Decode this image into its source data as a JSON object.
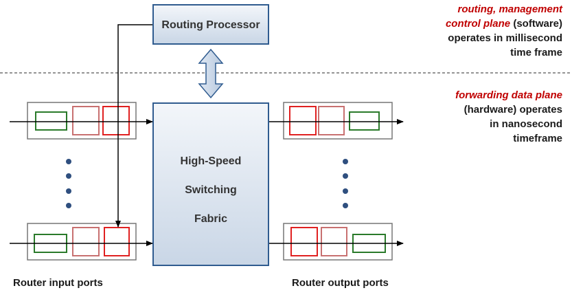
{
  "routing_processor": {
    "label": "Routing Processor"
  },
  "switching_fabric": {
    "lines": [
      "High-Speed",
      "Switching",
      "Fabric"
    ]
  },
  "control_plane": {
    "line1": "routing, management",
    "line2_red": "control plane",
    "line2_rest": " (software)",
    "line3": "operates in millisecond",
    "line4": "time frame"
  },
  "data_plane": {
    "line1": "forwarding data plane",
    "line2": "(hardware) operates",
    "line3": "in nanosecond",
    "line4": "timeframe"
  },
  "labels": {
    "input_ports": "Router input ports",
    "output_ports": "Router output ports"
  },
  "colors": {
    "box_border": "#2f5b8f",
    "box_fill_top": "#f3f6fa",
    "box_fill_bottom": "#c9d6e6",
    "queue_red": "#e02020",
    "queue_pink": "#c87070",
    "queue_green": "#2a7a2a",
    "arrow": "#000000",
    "plane_text_red": "#c00000"
  },
  "icons": {
    "bidirectional_arrow": "double-headed-arrow-icon",
    "ellipsis": "vertical-dots-icon"
  }
}
